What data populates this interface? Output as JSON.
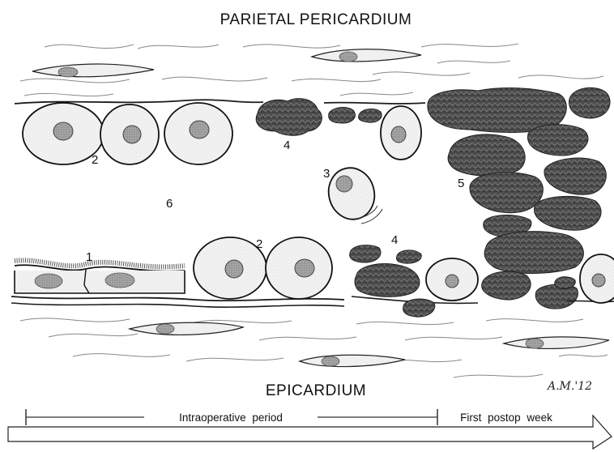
{
  "diagram": {
    "title_top": "PARIETAL PERICARDIUM",
    "title_bottom": "EPICARDIUM",
    "signature": "A.M.'12",
    "markers": {
      "m1": "1",
      "m2a": "2",
      "m2b": "2",
      "m3": "3",
      "m4a": "4",
      "m4b": "4",
      "m5": "5",
      "m6": "6"
    },
    "timeline": {
      "period1": "Intraoperative period",
      "period2": "First postop week"
    }
  },
  "colors": {
    "line": "#1a1a1a",
    "cell_fill": "#f2f2f2",
    "nucleus": "#9a9a9a",
    "clot": "#4a4a4a"
  }
}
